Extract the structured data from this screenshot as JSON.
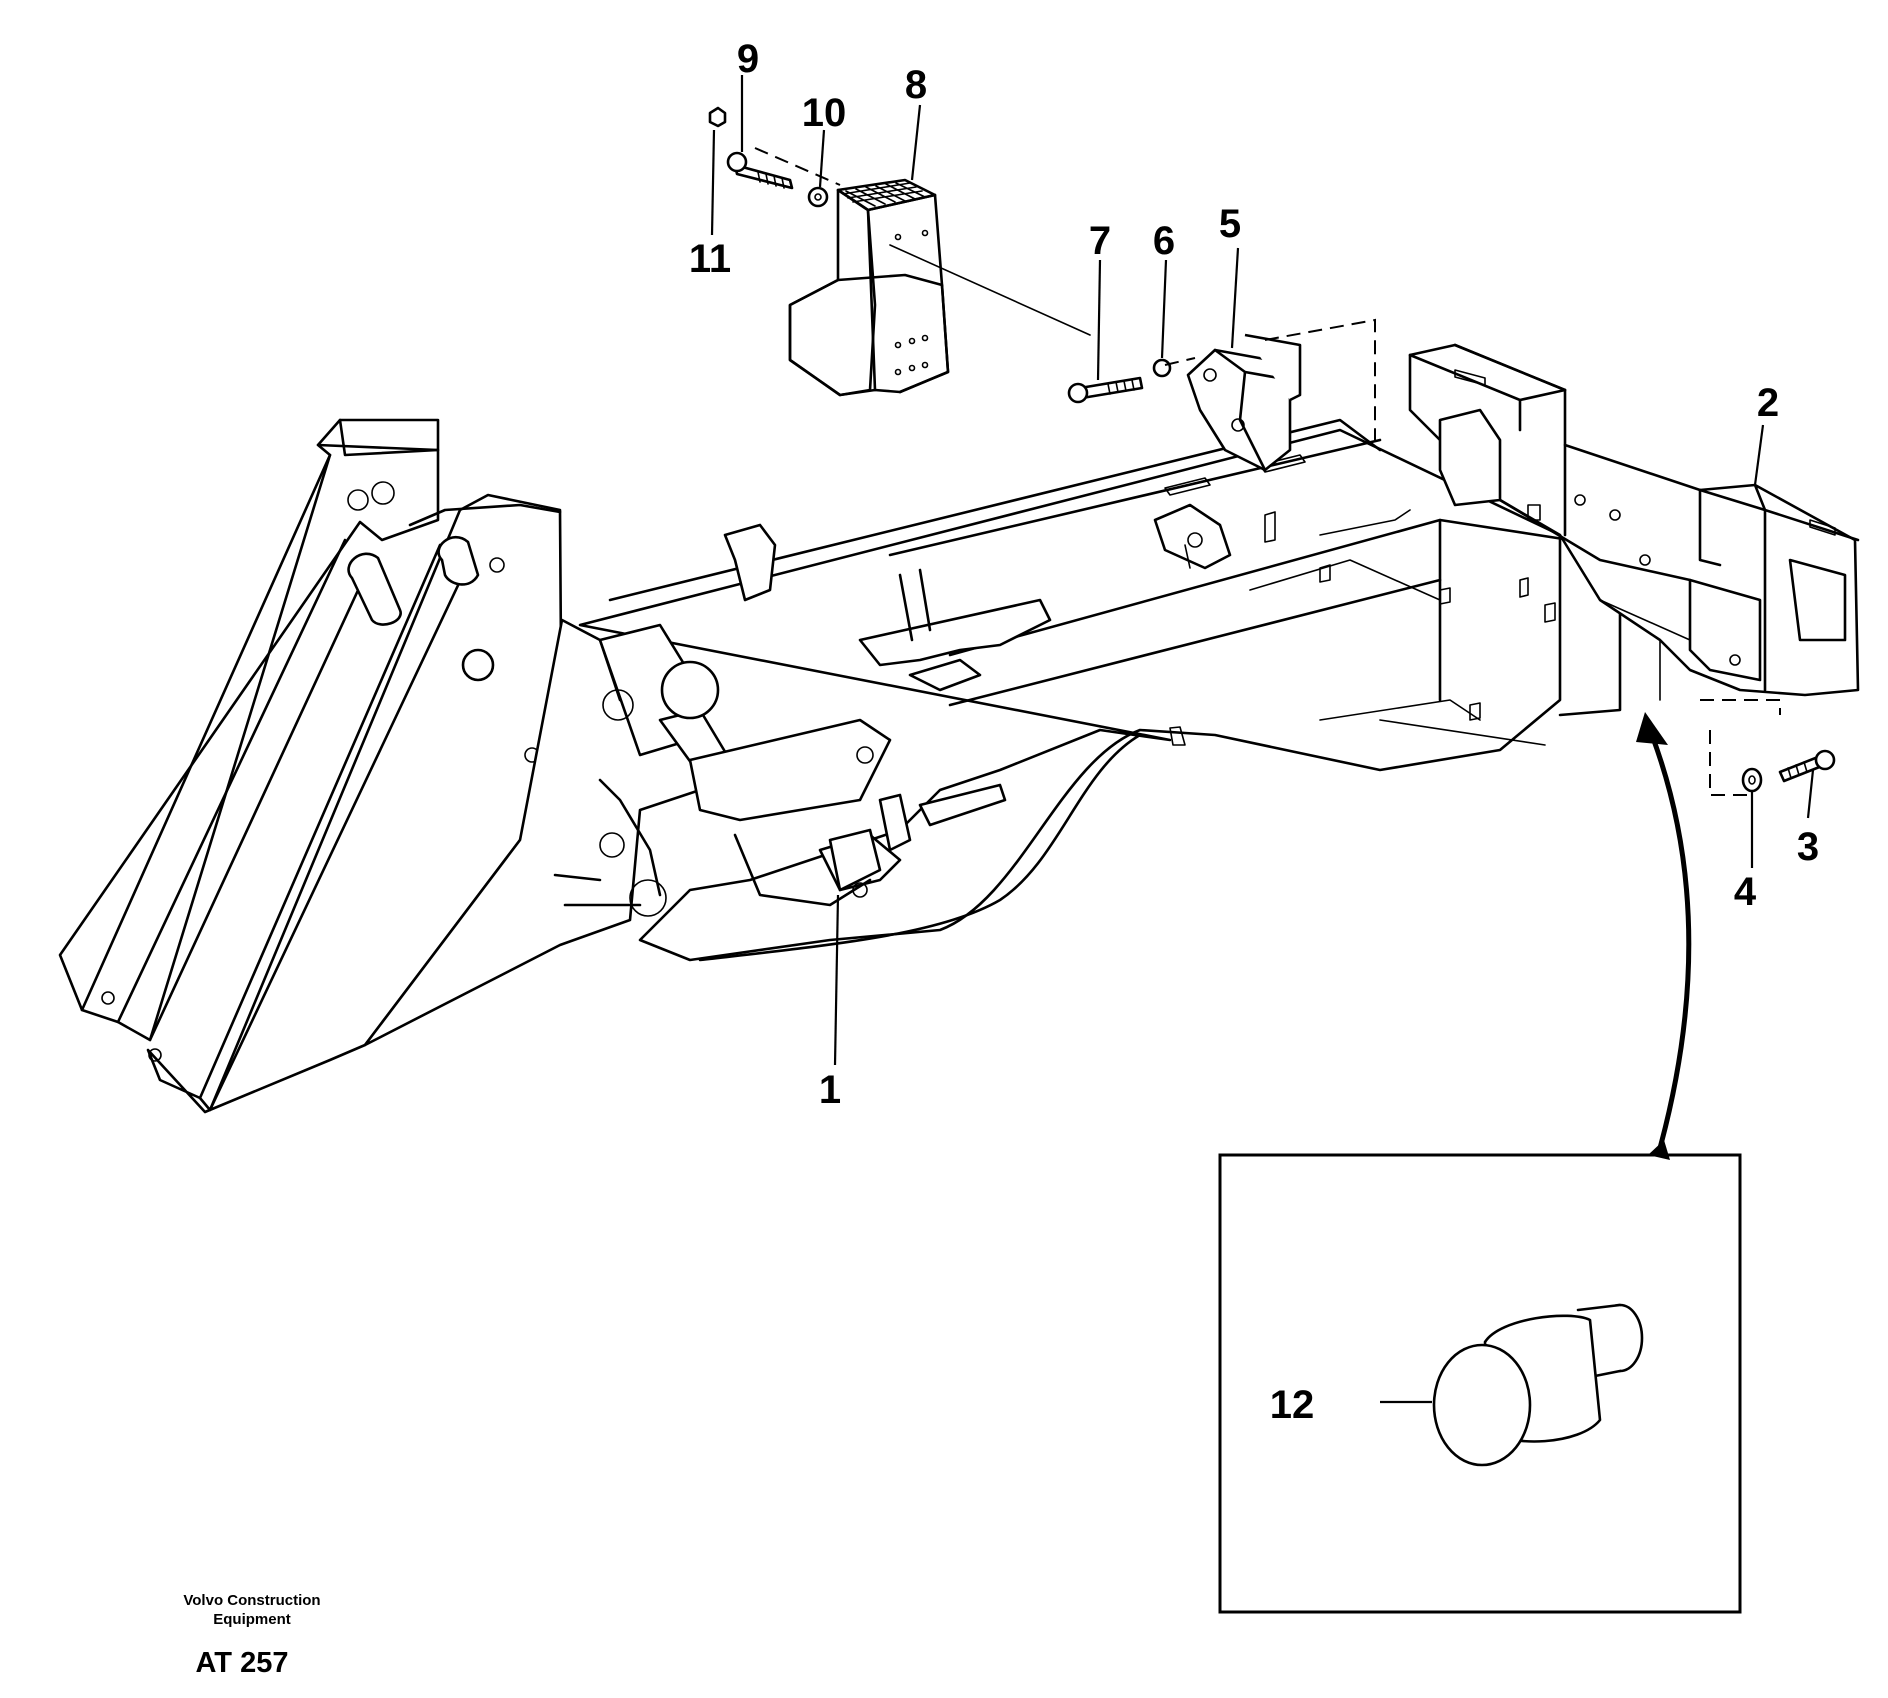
{
  "callouts": [
    {
      "id": "1",
      "label": "1"
    },
    {
      "id": "2",
      "label": "2"
    },
    {
      "id": "3",
      "label": "3"
    },
    {
      "id": "4",
      "label": "4"
    },
    {
      "id": "5",
      "label": "5"
    },
    {
      "id": "6",
      "label": "6"
    },
    {
      "id": "7",
      "label": "7"
    },
    {
      "id": "8",
      "label": "8"
    },
    {
      "id": "9",
      "label": "9"
    },
    {
      "id": "10",
      "label": "10"
    },
    {
      "id": "11",
      "label": "11"
    },
    {
      "id": "12",
      "label": "12"
    }
  ],
  "footer": {
    "credit_line1": "Volvo Construction",
    "credit_line2": "Equipment",
    "code": "AT 257"
  }
}
